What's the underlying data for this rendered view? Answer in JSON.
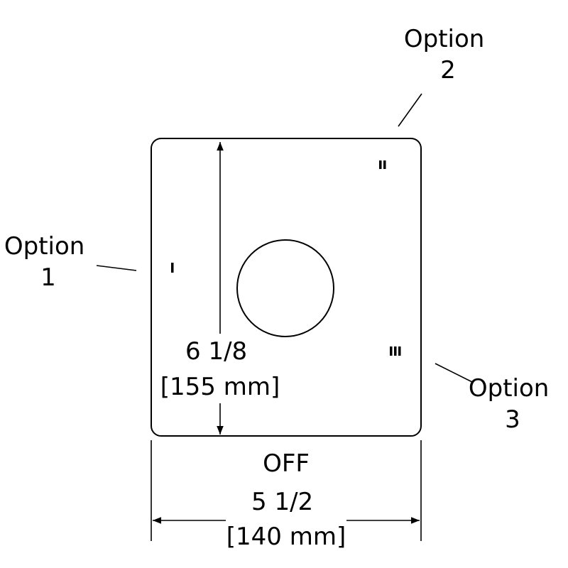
{
  "labels": {
    "option1": [
      "Option",
      "1"
    ],
    "option2": [
      "Option",
      "2"
    ],
    "option3": [
      "Option",
      "3"
    ],
    "off": "OFF"
  },
  "dimensions": {
    "height": [
      "6 1/8",
      "[155 mm]"
    ],
    "width": [
      "5 1/2",
      "[140 mm]"
    ]
  },
  "position_marks": {
    "option1": "I",
    "option2": "II",
    "option3": "III"
  }
}
